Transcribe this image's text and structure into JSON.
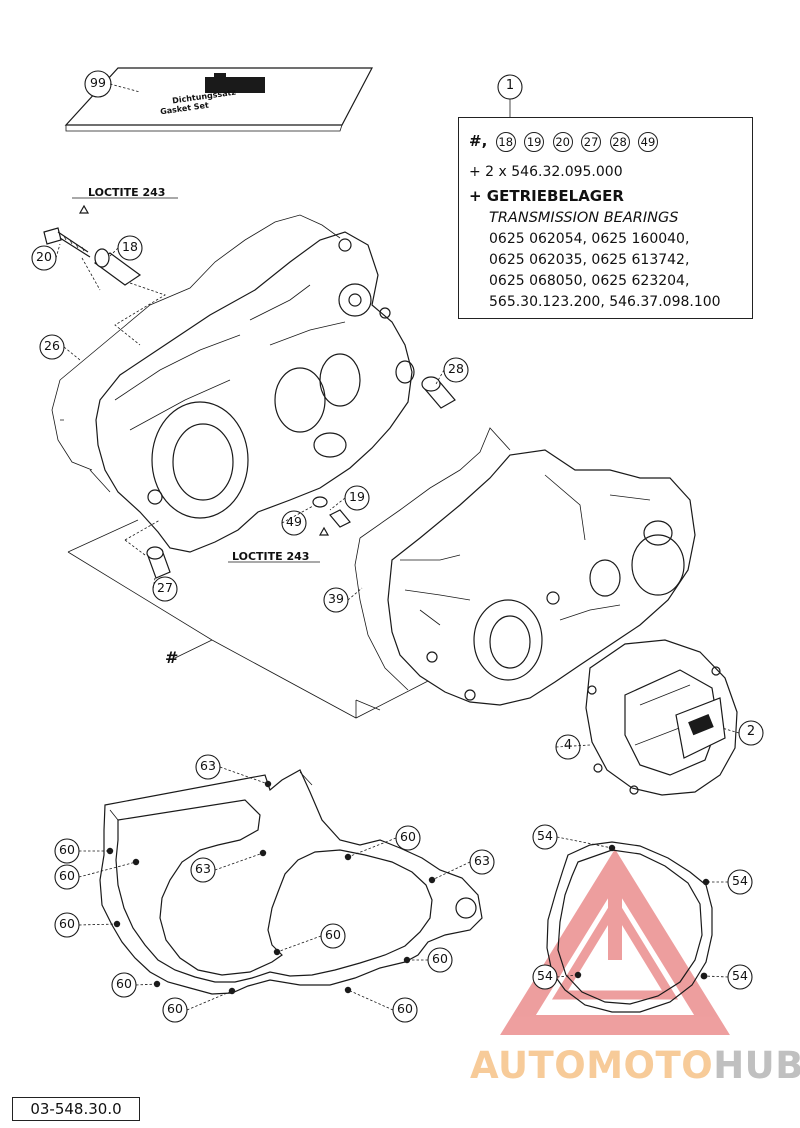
{
  "callouts": {
    "c99": "99",
    "c1": "1",
    "c18": "18",
    "c20": "20",
    "c26": "26",
    "c28": "28",
    "c19": "19",
    "c49": "49",
    "c27": "27",
    "c39": "39",
    "c2": "2",
    "c4": "4",
    "c63a": "63",
    "c63b": "63",
    "c63c": "63",
    "c60a": "60",
    "c60b": "60",
    "c60c": "60",
    "c60d": "60",
    "c60e": "60",
    "c60f": "60",
    "c60g": "60",
    "c60h": "60",
    "c60i": "60",
    "c54a": "54",
    "c54b": "54",
    "c54c": "54",
    "c54d": "54"
  },
  "labels": {
    "loctite_top": "LOCTITE 243",
    "loctite_mid": "LOCTITE 243",
    "hash_marker": "#",
    "manual_line1": "Dichtungssatz",
    "manual_line2": "Gasket Set"
  },
  "info_box": {
    "hash_prefix": "#,",
    "refs": [
      "18",
      "19",
      "20",
      "27",
      "28",
      "49"
    ],
    "plus_line": "+ 2 x 546.32.095.000",
    "heading": "+ GETRIEBELAGER",
    "subheading": "TRANSMISSION BEARINGS",
    "parts": [
      "0625 062054, 0625 160040,",
      "0625 062035, 0625 613742,",
      "0625 068050, 0625 623204,",
      "565.30.123.200, 546.37.098.100"
    ]
  },
  "doc_number": "03-548.30.0",
  "watermark": {
    "part_a": "AUTOMOTO",
    "part_b": "HUB"
  },
  "colors": {
    "line": "#1a1a1a",
    "watermark_red": "#e05050",
    "watermark_orange": "#f0a046",
    "watermark_gray": "#969696"
  }
}
